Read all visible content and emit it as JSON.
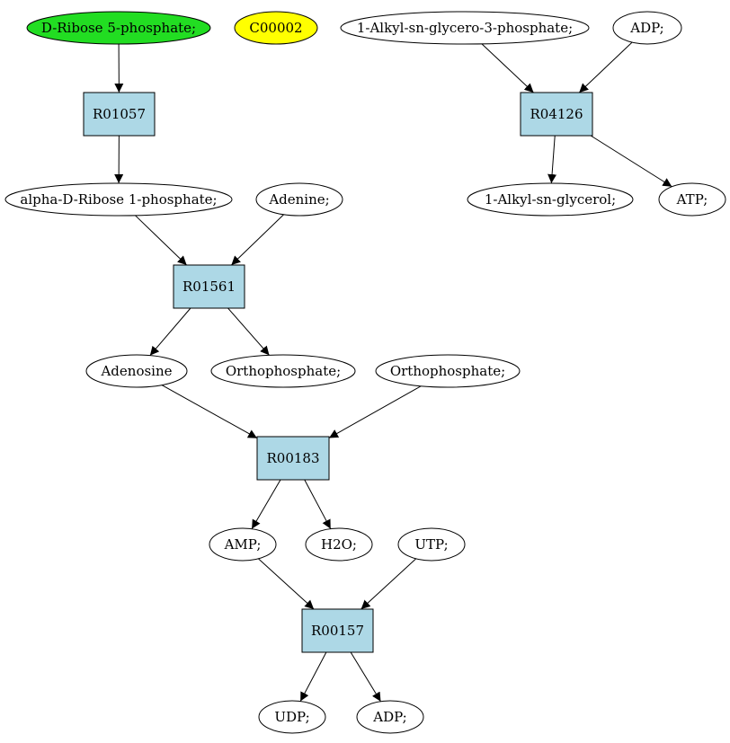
{
  "nodes": {
    "d_ribose_5_phosphate": {
      "label": "D-Ribose 5-phosphate;",
      "fill": "#22dd22"
    },
    "c00002": {
      "label": "C00002",
      "fill": "#ffff00"
    },
    "alkyl_glycero_3_phosphate": {
      "label": "1-Alkyl-sn-glycero-3-phosphate;"
    },
    "adp_top": {
      "label": "ADP;"
    },
    "r01057": {
      "label": "R01057",
      "fill": "#add8e6"
    },
    "r04126": {
      "label": "R04126",
      "fill": "#add8e6"
    },
    "alpha_d_ribose_1_phosphate": {
      "label": "alpha-D-Ribose 1-phosphate;"
    },
    "adenine": {
      "label": "Adenine;"
    },
    "alkyl_glycerol": {
      "label": "1-Alkyl-sn-glycerol;"
    },
    "atp": {
      "label": "ATP;"
    },
    "r01561": {
      "label": "R01561",
      "fill": "#add8e6"
    },
    "adenosine": {
      "label": "Adenosine"
    },
    "orthophosphate_1": {
      "label": "Orthophosphate;"
    },
    "orthophosphate_2": {
      "label": "Orthophosphate;"
    },
    "r00183": {
      "label": "R00183",
      "fill": "#add8e6"
    },
    "amp": {
      "label": "AMP;"
    },
    "h2o": {
      "label": "H2O;"
    },
    "utp": {
      "label": "UTP;"
    },
    "r00157": {
      "label": "R00157",
      "fill": "#add8e6"
    },
    "udp": {
      "label": "UDP;"
    },
    "adp_bottom": {
      "label": "ADP;"
    }
  },
  "edges": [
    [
      "d_ribose_5_phosphate",
      "r01057"
    ],
    [
      "r01057",
      "alpha_d_ribose_1_phosphate"
    ],
    [
      "alkyl_glycero_3_phosphate",
      "r04126"
    ],
    [
      "adp_top",
      "r04126"
    ],
    [
      "r04126",
      "alkyl_glycerol"
    ],
    [
      "r04126",
      "atp"
    ],
    [
      "alpha_d_ribose_1_phosphate",
      "r01561"
    ],
    [
      "adenine",
      "r01561"
    ],
    [
      "r01561",
      "adenosine"
    ],
    [
      "r01561",
      "orthophosphate_1"
    ],
    [
      "adenosine",
      "r00183"
    ],
    [
      "orthophosphate_2",
      "r00183"
    ],
    [
      "r00183",
      "amp"
    ],
    [
      "r00183",
      "h2o"
    ],
    [
      "amp",
      "r00157"
    ],
    [
      "utp",
      "r00157"
    ],
    [
      "r00157",
      "udp"
    ],
    [
      "r00157",
      "adp_bottom"
    ]
  ],
  "colors": {
    "ellipse_default_fill": "#ffffff",
    "stroke": "#000000",
    "reaction_fill": "#add8e6"
  }
}
